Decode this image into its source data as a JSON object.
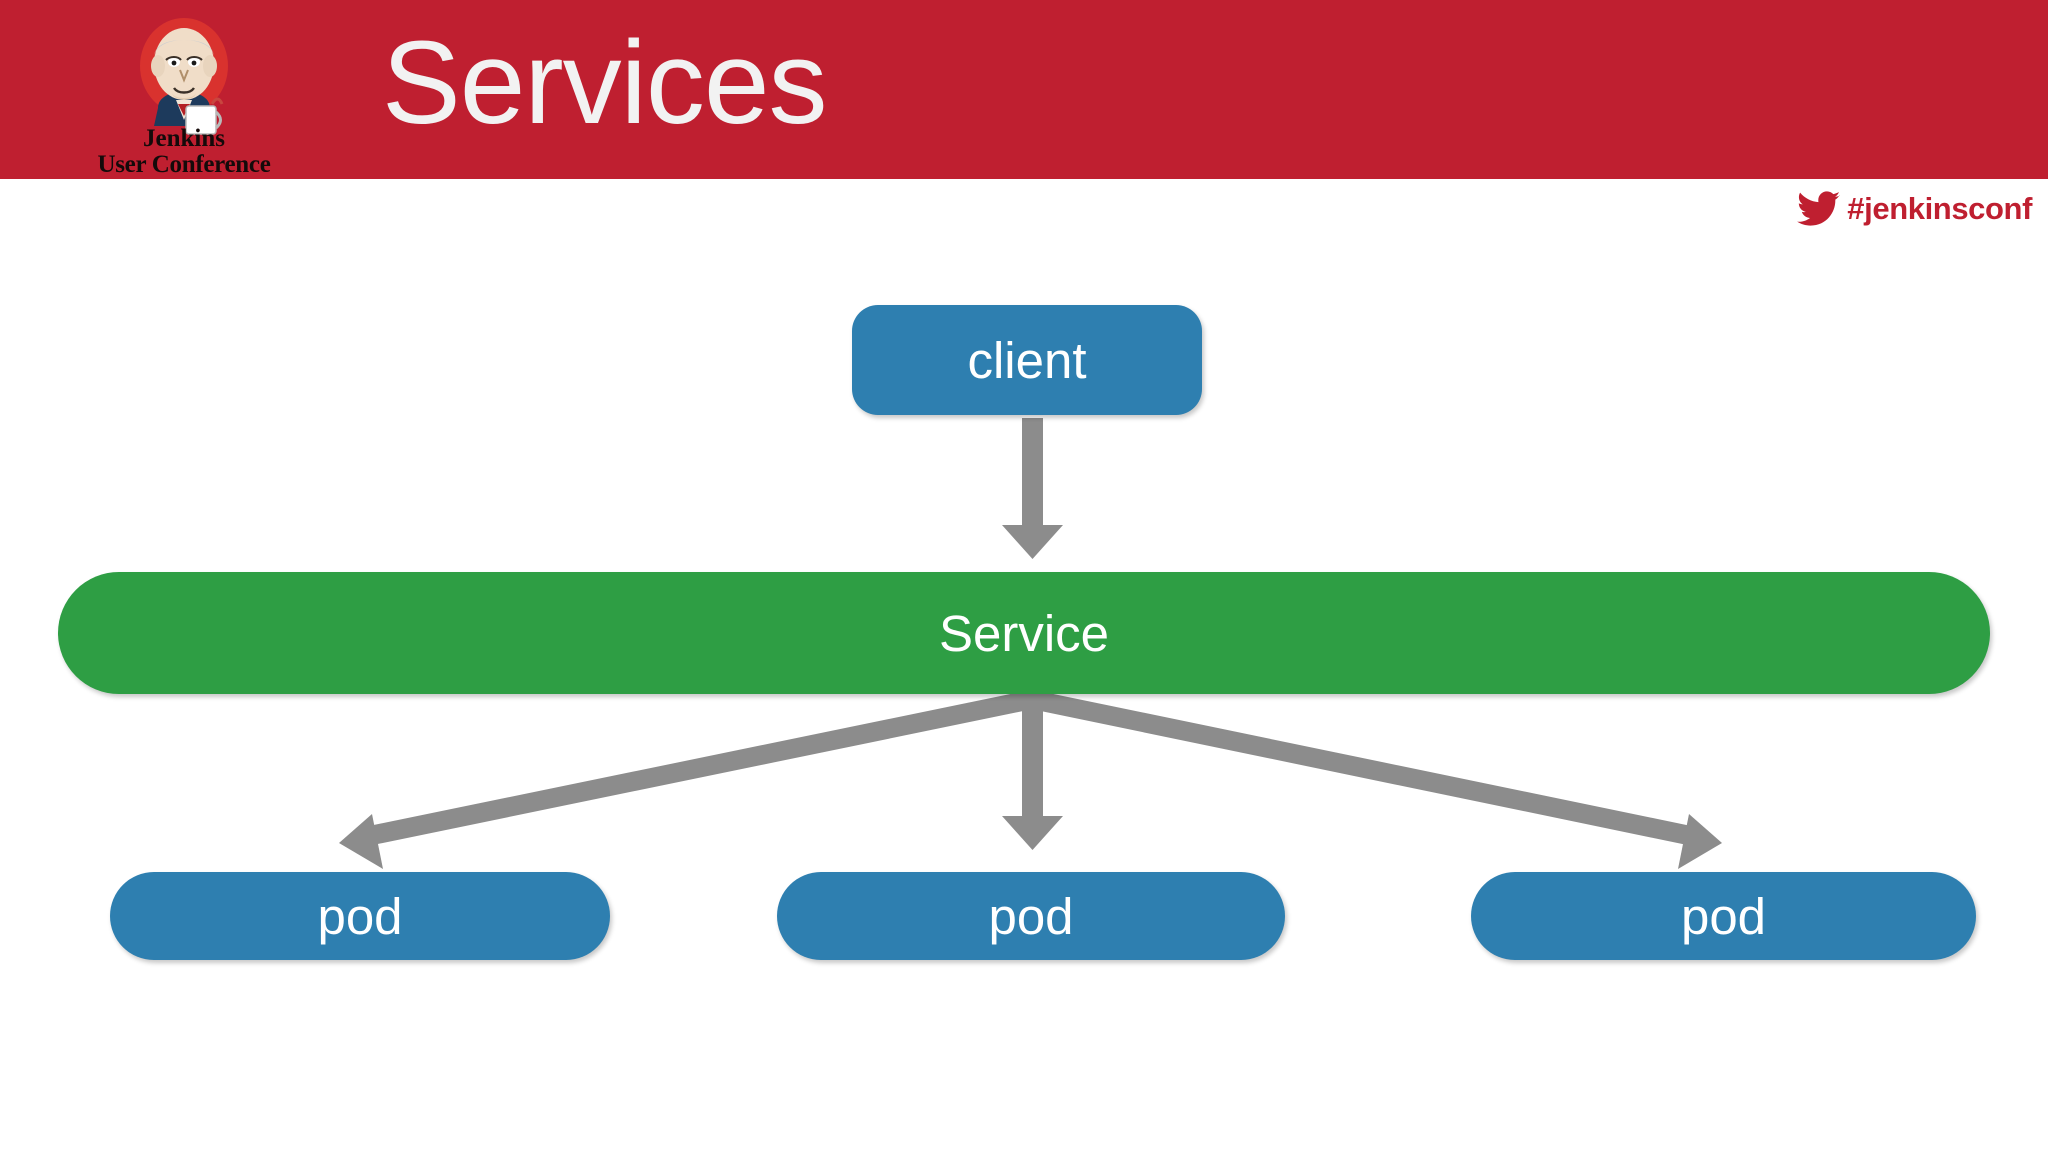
{
  "slide": {
    "title": "Services",
    "background_color": "#ffffff",
    "header_color": "#bf1f30"
  },
  "logo": {
    "name": "jenkins-user-conference-logo",
    "line1": "Jenkins",
    "line2": "User Conference"
  },
  "social": {
    "icon": "twitter-bird-icon",
    "handle": "#jenkinsconf",
    "color": "#bf1f30"
  },
  "diagram": {
    "type": "flow",
    "client": {
      "label": "client",
      "color": "#2e7fb0"
    },
    "service": {
      "label": "Service",
      "color": "#2e9e44"
    },
    "pods": [
      {
        "label": "pod",
        "color": "#2e7fb0"
      },
      {
        "label": "pod",
        "color": "#2e7fb0"
      },
      {
        "label": "pod",
        "color": "#2e7fb0"
      }
    ],
    "arrows": [
      {
        "name": "client-to-service",
        "from": "client",
        "to": "service"
      },
      {
        "name": "service-to-pod-left",
        "from": "service",
        "to": "pod-1"
      },
      {
        "name": "service-to-pod-center",
        "from": "service",
        "to": "pod-2"
      },
      {
        "name": "service-to-pod-right",
        "from": "service",
        "to": "pod-3"
      }
    ],
    "arrow_color": "#8c8c8c"
  }
}
